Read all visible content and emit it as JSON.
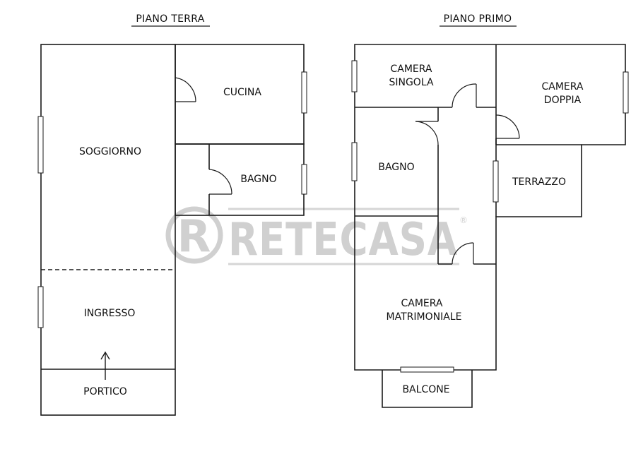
{
  "floors": {
    "ground": {
      "title": "PIANO TERRA",
      "rooms": {
        "soggiorno": "SOGGIORNO",
        "cucina": "CUCINA",
        "bagno": "BAGNO",
        "ingresso": "INGRESSO",
        "portico": "PORTICO"
      }
    },
    "first": {
      "title": "PIANO PRIMO",
      "rooms": {
        "camera_singola": [
          "CAMERA",
          "SINGOLA"
        ],
        "camera_doppia": [
          "CAMERA",
          "DOPPIA"
        ],
        "bagno": "BAGNO",
        "terrazzo": "TERRAZZO",
        "camera_matrimoniale": [
          "CAMERA",
          "MATRIMONIALE"
        ],
        "balcone": "BALCONE"
      }
    }
  },
  "watermark": {
    "logo_letter": "R",
    "text": "RETECASA",
    "registered": "®"
  },
  "colors": {
    "wall": "#1a1a1a",
    "watermark": "#d0d0d0",
    "background": "#ffffff"
  }
}
